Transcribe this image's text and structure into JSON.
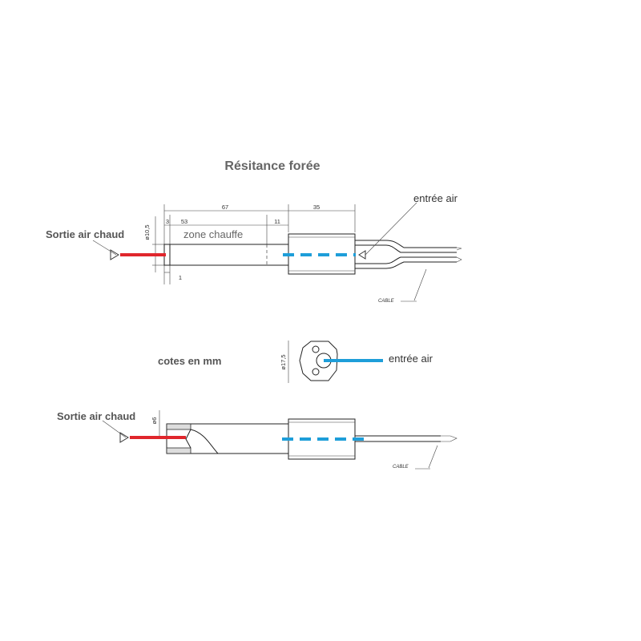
{
  "title": "Résitance forée",
  "units_note": "cotes en mm",
  "top_view": {
    "outlet_label": "Sortie air chaud",
    "inlet_label": "entrée air",
    "zone_label": "zone chauffe",
    "cable_label": "CABLE",
    "dimensions": {
      "total_tube": "67",
      "sleeve": "35",
      "left_gap": "3",
      "heat_zone": "53",
      "right_gap": "11",
      "bottom_step": "1",
      "diameter": "ø10,5"
    }
  },
  "end_view": {
    "inlet_label": "entrée air",
    "diameter": "ø17,5"
  },
  "bottom_view": {
    "outlet_label": "Sortie air chaud",
    "cable_label": "CABLE",
    "bore_diameter": "ø6"
  },
  "colors": {
    "hot_air": "#e0262c",
    "inlet_air": "#1e9ed9",
    "outline": "#222222",
    "title": "#666666"
  }
}
